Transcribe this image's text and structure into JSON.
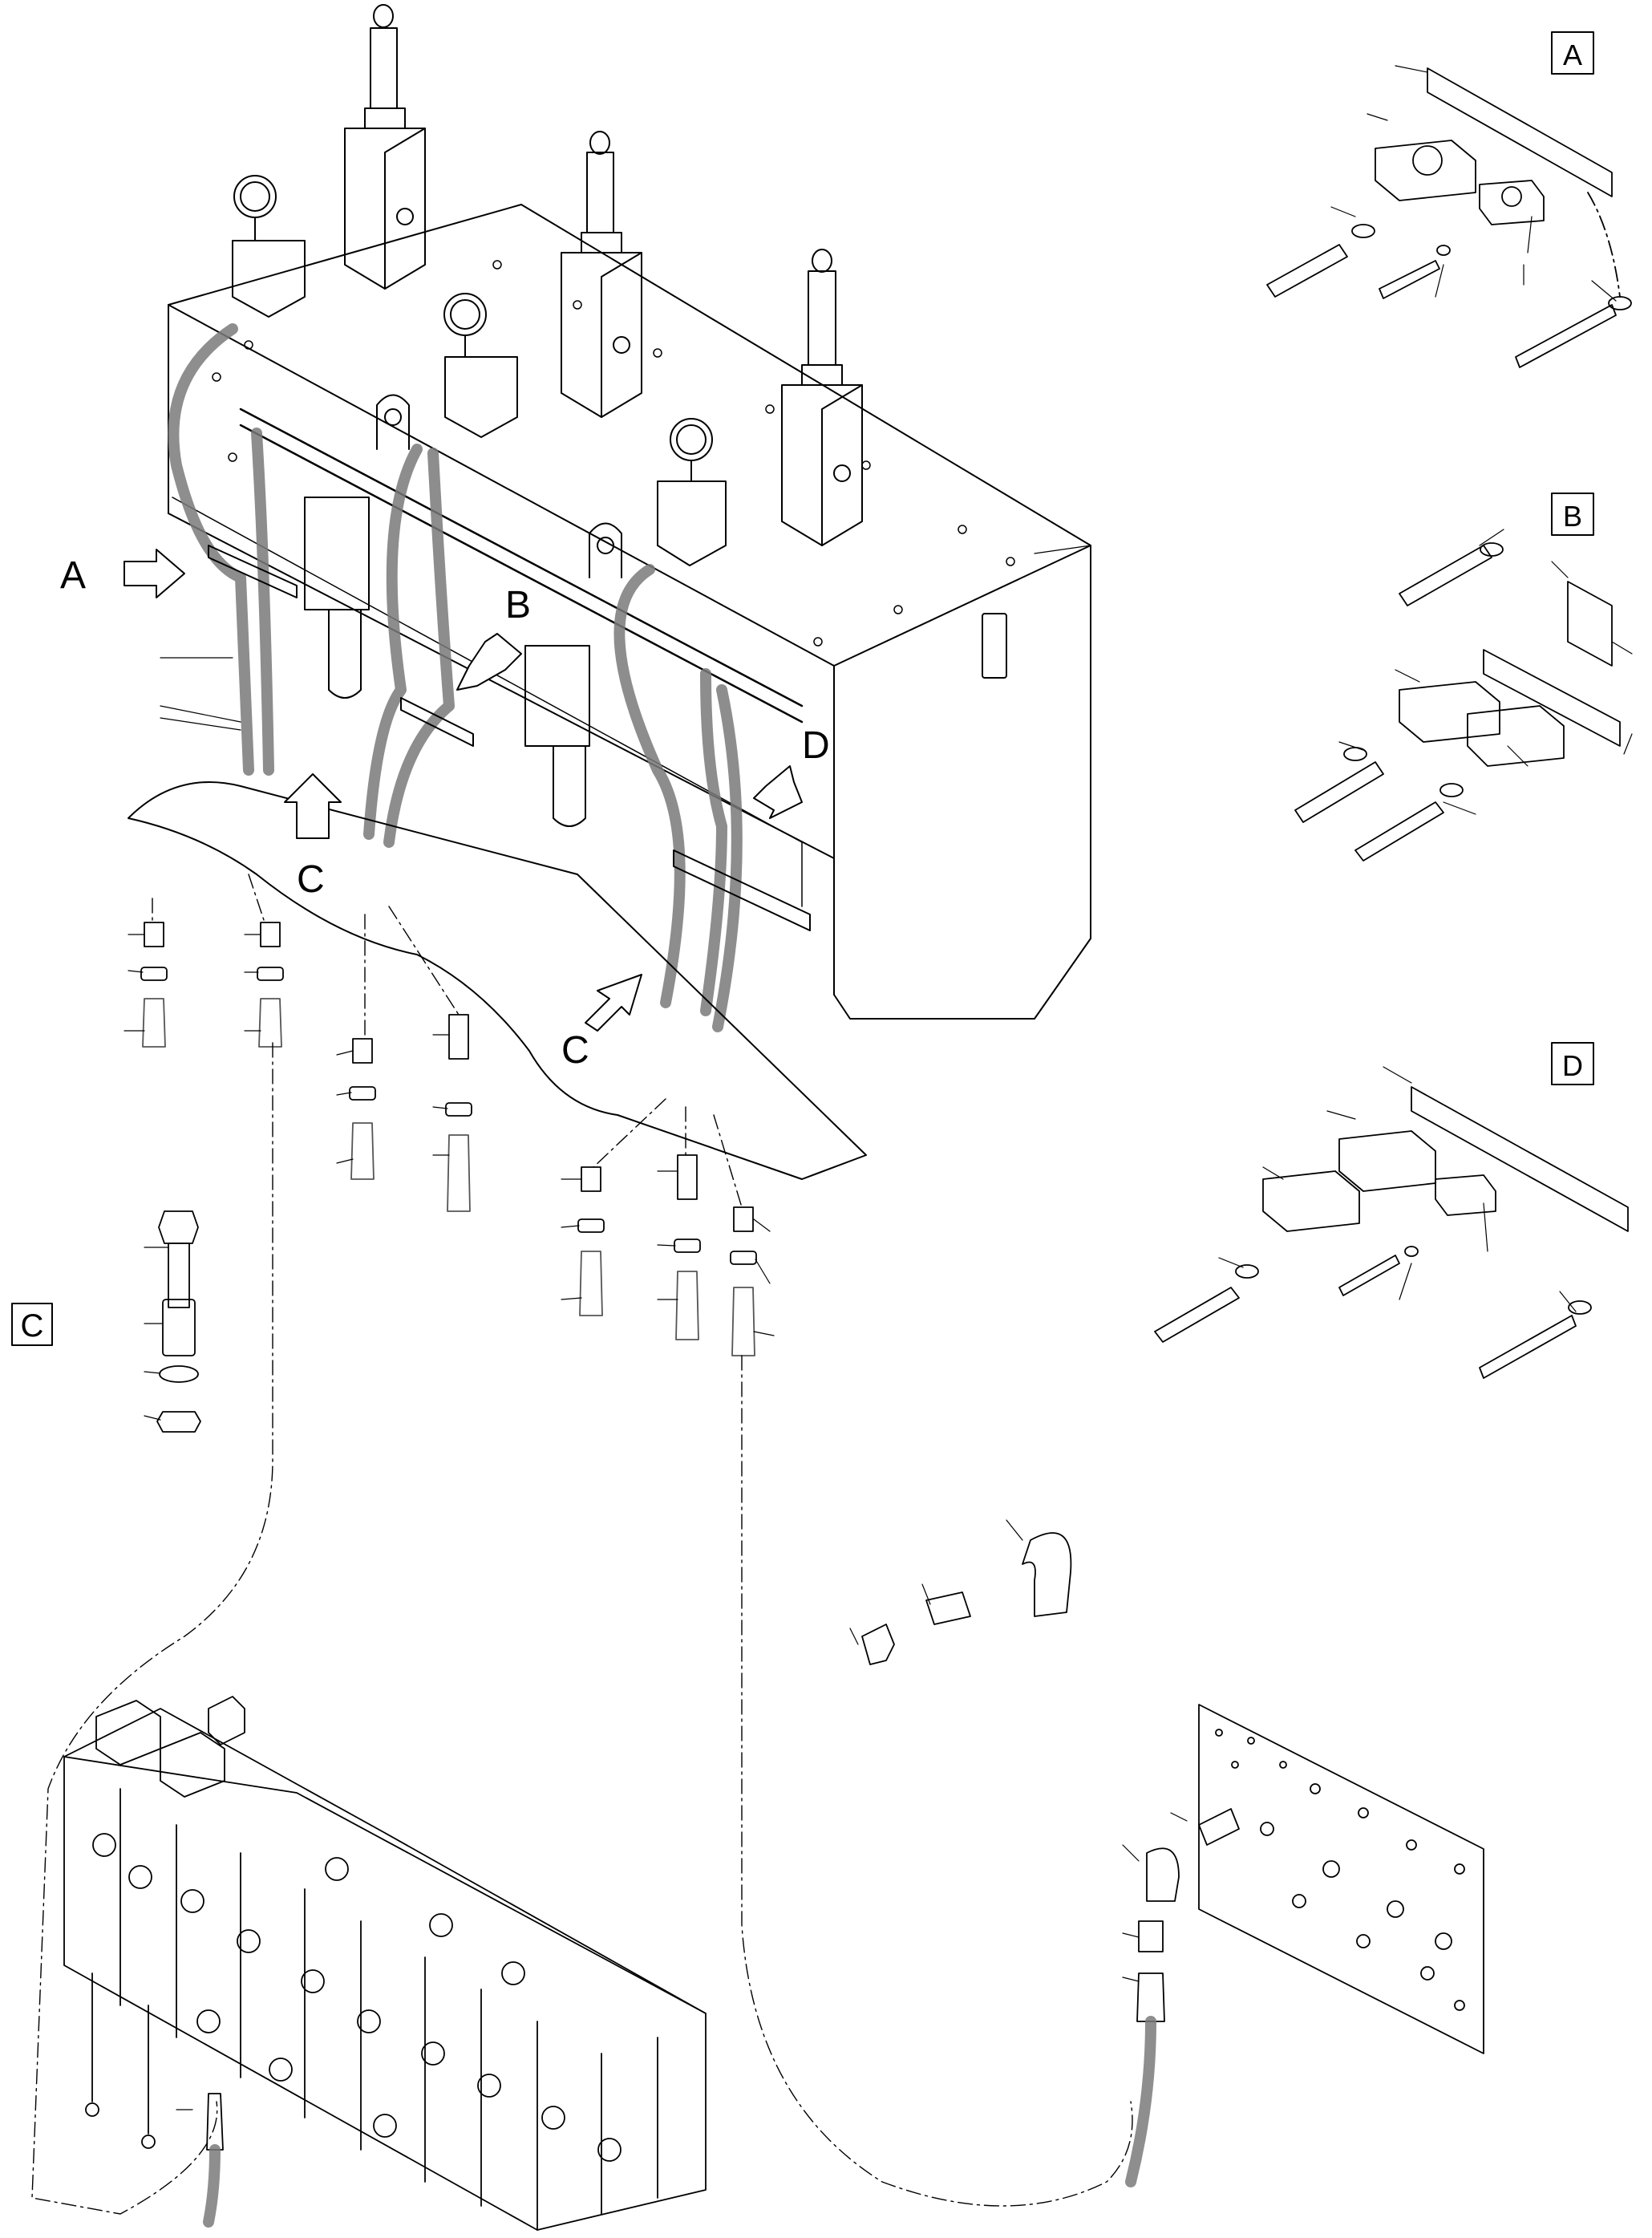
{
  "callouts": {
    "arrow_a": "A",
    "arrow_b": "B",
    "arrow_c1": "C",
    "arrow_c2": "C",
    "arrow_d": "D"
  },
  "detail_boxes": {
    "a": "A",
    "b": "B",
    "c": "C",
    "d": "D"
  },
  "colors": {
    "line": "#000000",
    "hose": "#7a7a7a",
    "background": "#ffffff"
  }
}
